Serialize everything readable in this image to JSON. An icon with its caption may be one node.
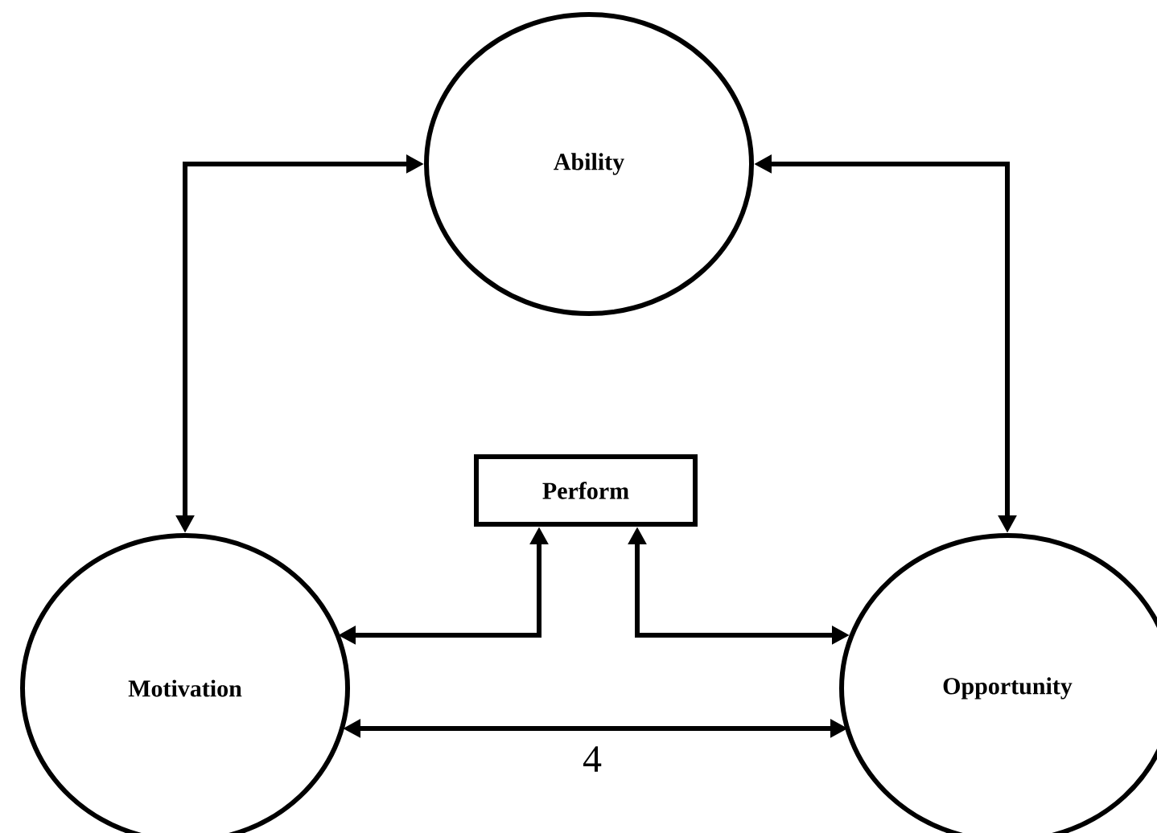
{
  "diagram": {
    "nodes": [
      {
        "text": [
          "Ability"
        ]
      },
      {
        "text": [
          "Motivation"
        ]
      },
      {
        "text": [
          "Opportunity"
        ]
      },
      {
        "text": [
          "Perform"
        ]
      }
    ],
    "edges": [
      {
        "from": 1,
        "to": 0,
        "arrow": "both"
      },
      {
        "from": 2,
        "to": 0,
        "arrow": "both"
      },
      {
        "from": 1,
        "to": 3,
        "arrow": "both"
      },
      {
        "from": 3,
        "to": 2,
        "arrow": "both"
      },
      {
        "from": 1,
        "to": 2,
        "arrow": "both",
        "label": "4"
      }
    ]
  }
}
